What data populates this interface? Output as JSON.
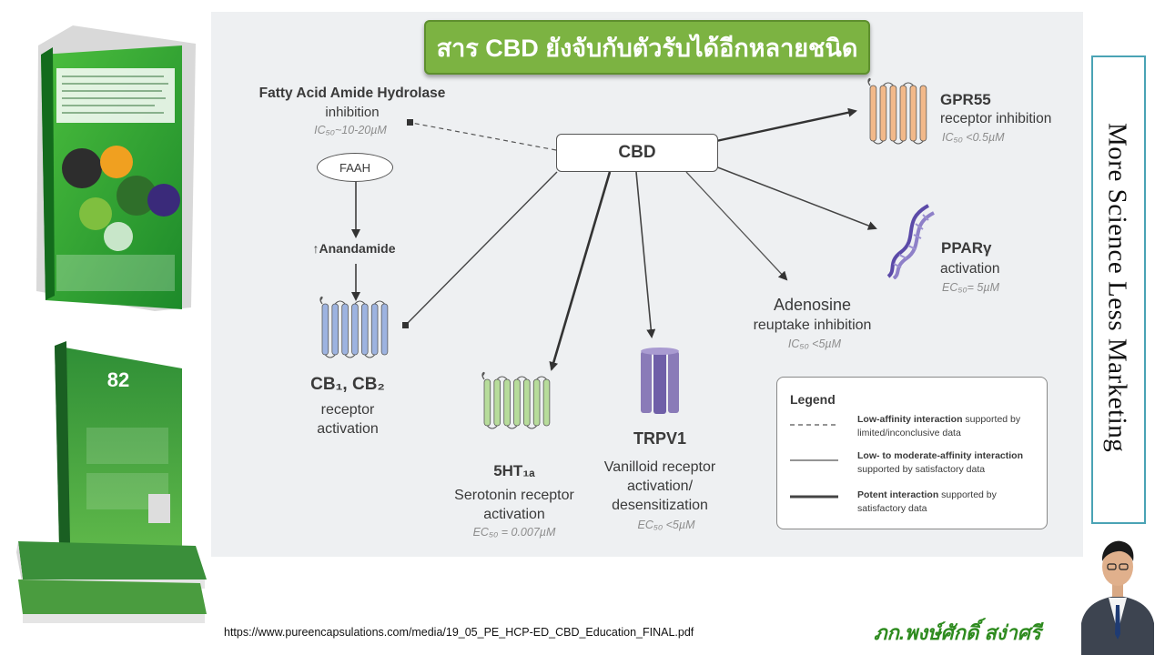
{
  "title": "สาร CBD ยังจับกับตัวรับได้อีกหลายชนิด",
  "center_node": "CBD",
  "faah": {
    "name": "Fatty Acid Amide Hydrolase",
    "action": "inhibition",
    "value": "IC₅₀~10-20µM",
    "enzyme": "FAAH",
    "product": "↑Anandamide"
  },
  "cb": {
    "name": "CB₁, CB₂",
    "action1": "receptor",
    "action2": "activation"
  },
  "ht1a": {
    "name": "5HT₁ₐ",
    "action1": "Serotonin receptor",
    "action2": "activation",
    "value": "EC₅₀ = 0.007µM"
  },
  "trpv1": {
    "name": "TRPV1",
    "action1": "Vanilloid receptor",
    "action2": "activation/",
    "action3": "desensitization",
    "value": "EC₅₀ <5µM"
  },
  "adenosine": {
    "name": "Adenosine",
    "action": "reuptake inhibition",
    "value": "IC₅₀ <5µM"
  },
  "ppar": {
    "name": "PPARγ",
    "action": "activation",
    "value": "EC₅₀= 5µM"
  },
  "gpr55": {
    "name": "GPR55",
    "action": "receptor inhibition",
    "value": "IC₅₀ <0.5µM"
  },
  "legend": {
    "title": "Legend",
    "items": [
      {
        "style": "dashed",
        "bold": "Low-affinity interaction",
        "rest": " supported by limited/inconclusive data"
      },
      {
        "style": "thin",
        "bold": "Low- to moderate-affinity interaction",
        "rest": " supported by satisfactory data"
      },
      {
        "style": "thick",
        "bold": "Potent interaction",
        "rest": " supported by satisfactory data"
      }
    ]
  },
  "side_banner": "More Science Less Marketing",
  "author": "ภก.พงษ์ศักดิ์ สง่าศรี",
  "source_url": "https://www.pureencapsulations.com/media/19_05_PE_HCP-ED_CBD_Education_FINAL.pdf",
  "colors": {
    "banner_green": "#7cb342",
    "cb_receptor": "#9db3e0",
    "ht_receptor": "#b7dc9b",
    "gpr_receptor": "#f2b98a",
    "trpv_channel": "#8a7bb8",
    "dna": "#6b5bb3",
    "author_green": "#2e8b1f",
    "side_border": "#4aa3b5"
  }
}
